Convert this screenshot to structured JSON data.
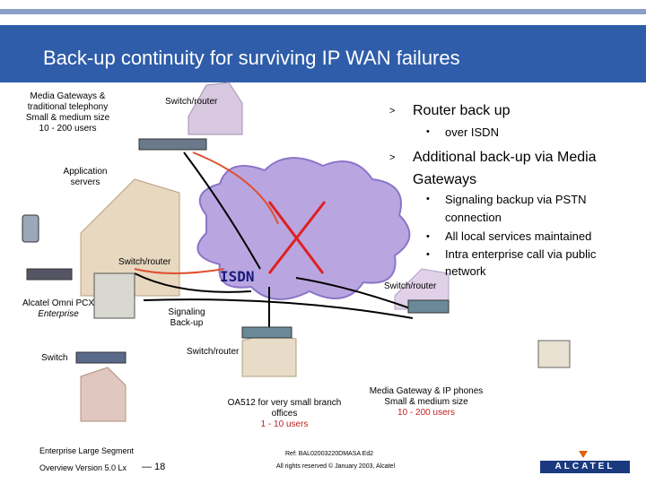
{
  "slide": {
    "title": "Back-up continuity for surviving IP WAN failures"
  },
  "diagram": {
    "media_gateways": [
      "Media Gateways &",
      "traditional telephony",
      "Small & medium size",
      "10 - 200  users"
    ],
    "switch_router_top": "Switch/router",
    "application_servers": [
      "Application",
      "servers"
    ],
    "switch_router_left": "Switch/router",
    "isdn": "ISDN",
    "switch_router_right": "Switch/router",
    "alcatel_pcx": [
      "Alcatel Omni PCX",
      "Enterprise"
    ],
    "signaling_backup": [
      "Signaling",
      "Back-up"
    ],
    "switch_router_bottom": "Switch/router",
    "switch": "Switch",
    "oa512": [
      "OA512 for very small branch",
      "offices",
      "1 - 10 users"
    ],
    "media_gateway_ip": [
      "Media Gateway & IP phones",
      "Small & medium size",
      "10 - 200  users"
    ]
  },
  "bullets": {
    "marker_main": ">",
    "marker_sub": "•",
    "item1": "Router back up",
    "item1_sub": "over ISDN",
    "item2_line1": "Additional back-up via Media",
    "item2_line2": "Gateways",
    "item2_sub1_line1": "Signaling backup via PSTN",
    "item2_sub1_line2": "connection",
    "item2_sub2": "All local services maintained",
    "item2_sub3_line1": "Intra enterprise call via public",
    "item2_sub3_line2": "network"
  },
  "footer": {
    "segment": "Enterprise Large Segment",
    "version": "Overview Version 5.0 Lx",
    "page": "— 18",
    "ref": "Ref: BAL02003220DMASA Ed2",
    "rights": "All rights reserved © January 2003, Alcatel",
    "logo": "ALCATEL"
  },
  "colors": {
    "title_bar": "#2f5da9",
    "cloud": "#b9a6e0",
    "cross": "#e02020",
    "isdn_text": "#1a1a7a"
  }
}
